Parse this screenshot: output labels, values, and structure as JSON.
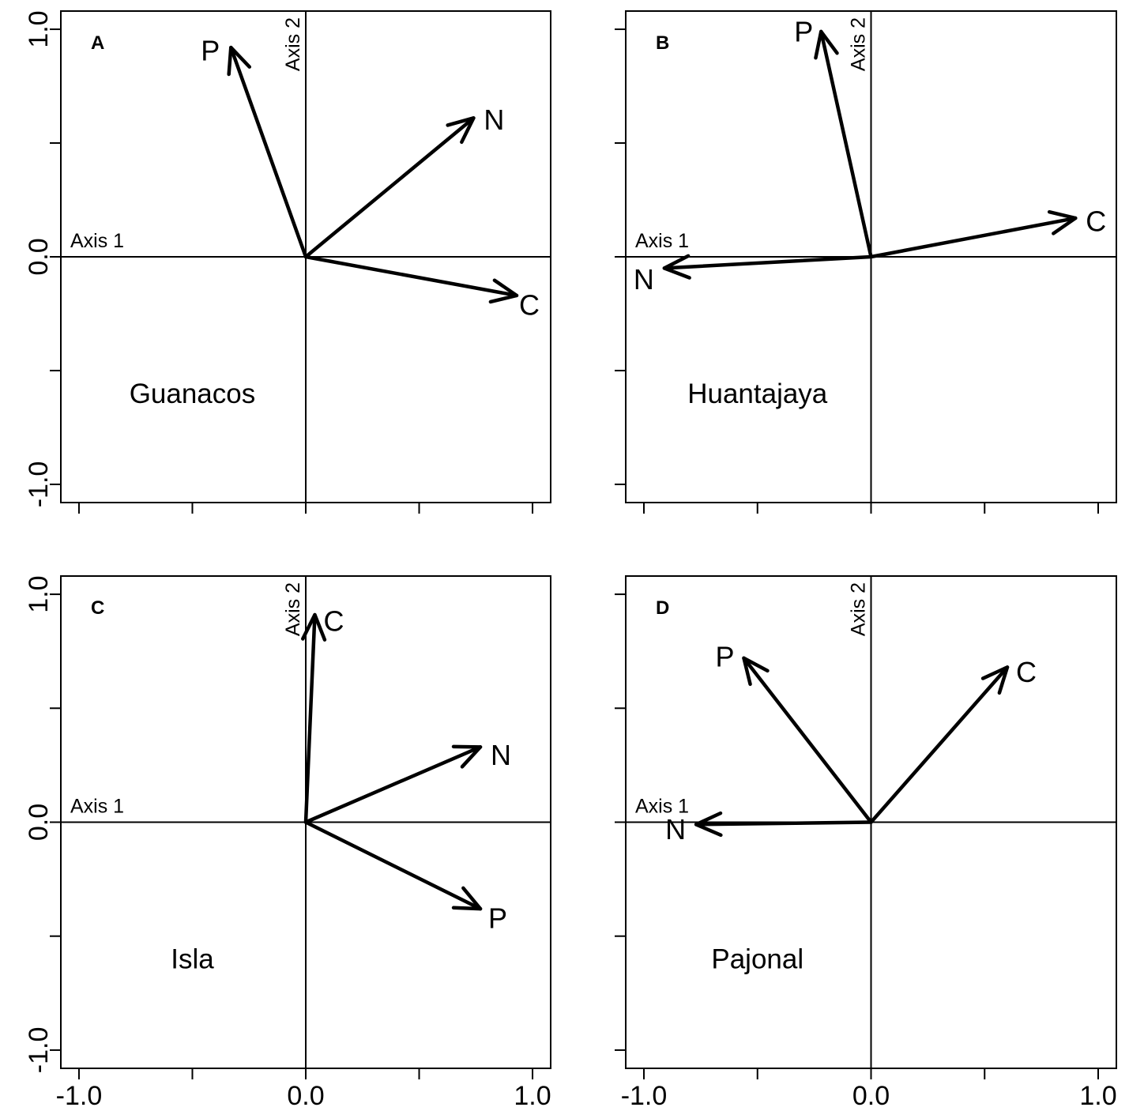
{
  "chart_data": [
    {
      "type": "vector",
      "panel": "A",
      "site": "Guanacos",
      "ref_axis_labels": {
        "axis1": "Axis 1",
        "axis2": "Axis 2"
      },
      "xlim": [
        -1.08,
        1.08
      ],
      "ylim": [
        -1.08,
        1.08
      ],
      "xticks": [
        -1.0,
        -0.5,
        0.0,
        0.5,
        1.0
      ],
      "yticks": [
        -1.0,
        -0.5,
        0.0,
        0.5,
        1.0
      ],
      "xtick_labels": [],
      "ytick_labels": [
        "-1.0",
        "",
        "0.0",
        "",
        "1.0"
      ],
      "vectors": [
        {
          "label": "P",
          "x": -0.33,
          "y": 0.92
        },
        {
          "label": "N",
          "x": 0.74,
          "y": 0.61
        },
        {
          "label": "C",
          "x": 0.93,
          "y": -0.17
        }
      ]
    },
    {
      "type": "vector",
      "panel": "B",
      "site": "Huantajaya",
      "ref_axis_labels": {
        "axis1": "Axis 1",
        "axis2": "Axis 2"
      },
      "xlim": [
        -1.08,
        1.08
      ],
      "ylim": [
        -1.08,
        1.08
      ],
      "xticks": [
        -1.0,
        -0.5,
        0.0,
        0.5,
        1.0
      ],
      "yticks": [
        -1.0,
        -0.5,
        0.0,
        0.5,
        1.0
      ],
      "xtick_labels": [],
      "ytick_labels": [],
      "vectors": [
        {
          "label": "P",
          "x": -0.22,
          "y": 0.99
        },
        {
          "label": "C",
          "x": 0.9,
          "y": 0.17
        },
        {
          "label": "N",
          "x": -0.91,
          "y": -0.05
        }
      ]
    },
    {
      "type": "vector",
      "panel": "C",
      "site": "Isla",
      "ref_axis_labels": {
        "axis1": "Axis 1",
        "axis2": "Axis 2"
      },
      "xlim": [
        -1.08,
        1.08
      ],
      "ylim": [
        -1.08,
        1.08
      ],
      "xticks": [
        -1.0,
        -0.5,
        0.0,
        0.5,
        1.0
      ],
      "yticks": [
        -1.0,
        -0.5,
        0.0,
        0.5,
        1.0
      ],
      "xtick_labels": [
        "-1.0",
        "",
        "0.0",
        "",
        "1.0"
      ],
      "ytick_labels": [
        "-1.0",
        "",
        "0.0",
        "",
        "1.0"
      ],
      "vectors": [
        {
          "label": "C",
          "x": 0.04,
          "y": 0.91
        },
        {
          "label": "N",
          "x": 0.77,
          "y": 0.33
        },
        {
          "label": "P",
          "x": 0.77,
          "y": -0.38
        }
      ]
    },
    {
      "type": "vector",
      "panel": "D",
      "site": "Pajonal",
      "ref_axis_labels": {
        "axis1": "Axis 1",
        "axis2": "Axis 2"
      },
      "xlim": [
        -1.08,
        1.08
      ],
      "ylim": [
        -1.08,
        1.08
      ],
      "xticks": [
        -1.0,
        -0.5,
        0.0,
        0.5,
        1.0
      ],
      "yticks": [
        -1.0,
        -0.5,
        0.0,
        0.5,
        1.0
      ],
      "xtick_labels": [
        "-1.0",
        "",
        "0.0",
        "",
        "1.0"
      ],
      "ytick_labels": [],
      "vectors": [
        {
          "label": "P",
          "x": -0.56,
          "y": 0.72
        },
        {
          "label": "C",
          "x": 0.6,
          "y": 0.68
        },
        {
          "label": "N",
          "x": -0.77,
          "y": -0.01
        }
      ]
    }
  ]
}
